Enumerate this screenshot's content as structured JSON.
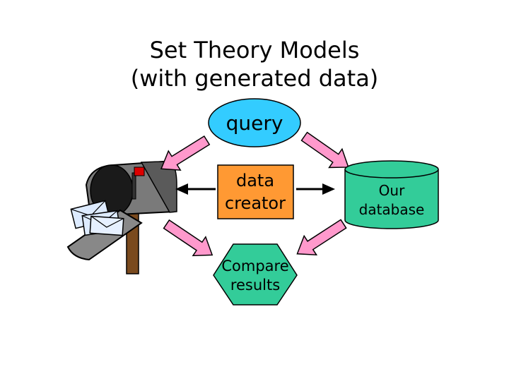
{
  "title": {
    "line1": "Set Theory Models",
    "line2": "(with generated data)"
  },
  "nodes": {
    "query": {
      "label": "query",
      "shape": "ellipse",
      "color": "#33CCFF"
    },
    "data_creator": {
      "label_line1": "data",
      "label_line2": "creator",
      "shape": "rectangle",
      "color": "#FF9933"
    },
    "database": {
      "label_line1": "Our",
      "label_line2": "database",
      "shape": "cylinder",
      "color": "#33CC99"
    },
    "compare": {
      "label_line1": "Compare",
      "label_line2": "results",
      "shape": "hexagon",
      "color": "#33CC99"
    },
    "mailbox": {
      "icon": "mailbox-icon"
    }
  },
  "colors": {
    "arrow_fill": "#FF99CC",
    "connector": "#000000",
    "mailbox_body": "#777777",
    "mailbox_flag": "#DD0000",
    "mailbox_post": "#7A4A1E",
    "envelope": "#DDEBFF"
  }
}
